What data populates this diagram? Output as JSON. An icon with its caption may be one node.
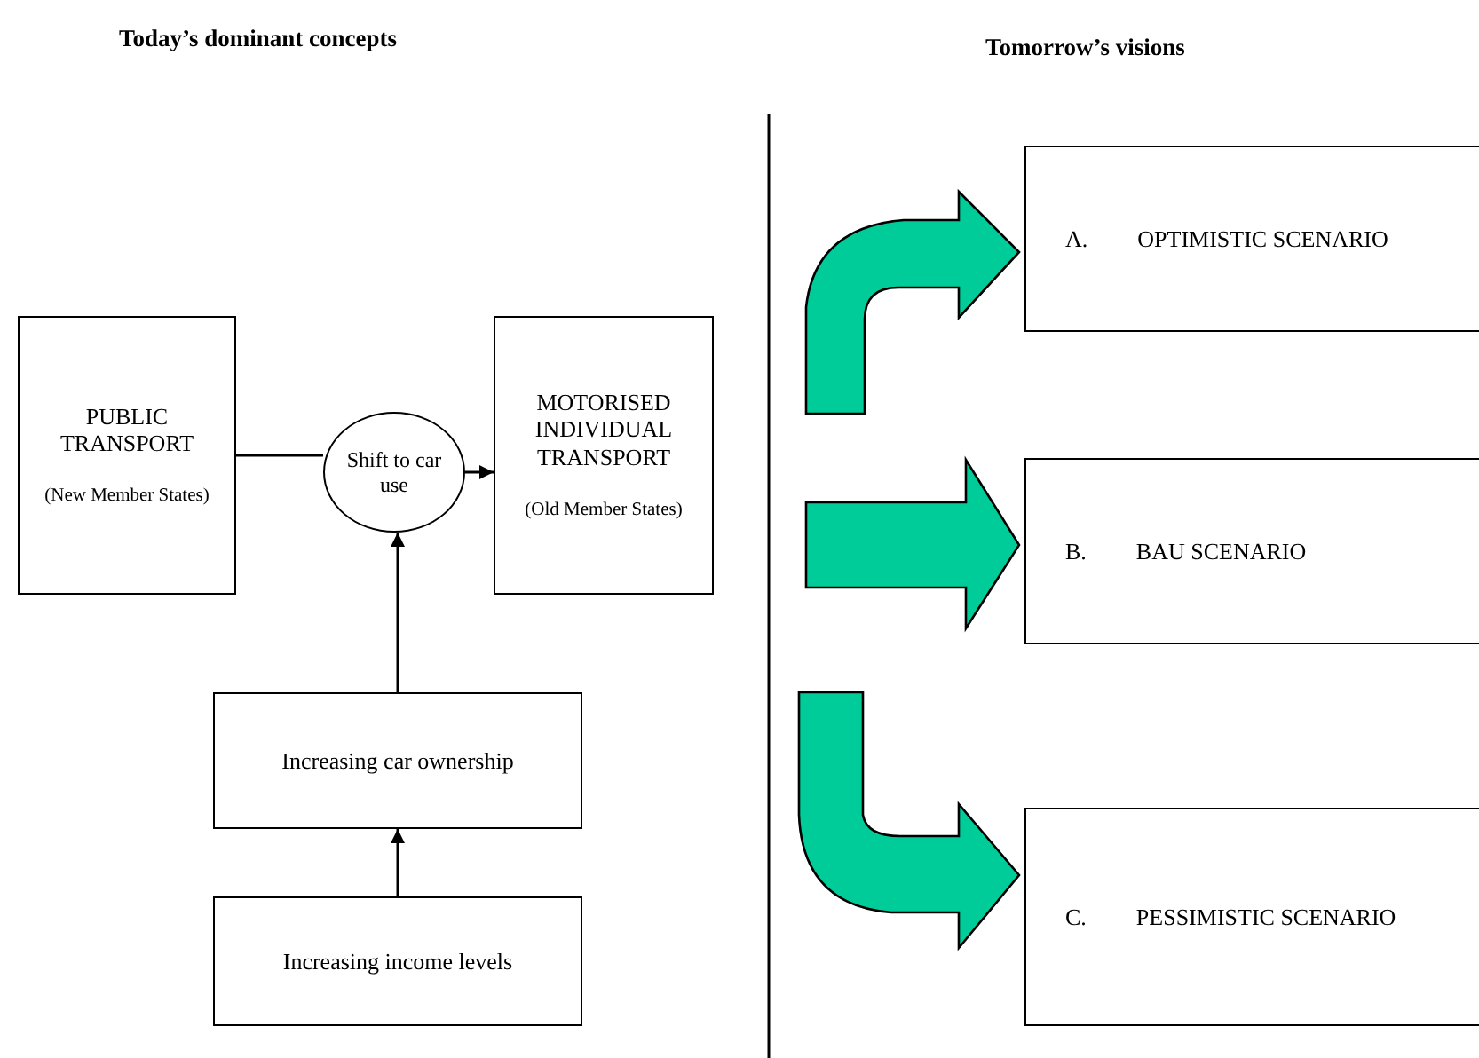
{
  "diagram": {
    "nodes": [
      {
        "text": [
          "PUBLIC TRANSPORT",
          "(New Member States)"
        ]
      },
      {
        "text": [
          "Shift to car use"
        ]
      },
      {
        "text": [
          "MOTORISED INDIVIDUAL TRANSPORT",
          "(Old Member States)"
        ]
      },
      {
        "text": [
          "Increasing car ownership"
        ]
      },
      {
        "text": [
          "Increasing income levels"
        ]
      },
      {
        "text": [
          "A.",
          "OPTIMISTIC SCENARIO"
        ]
      },
      {
        "text": [
          "B.",
          "BAU SCENARIO"
        ]
      },
      {
        "text": [
          "C.",
          "PESSIMISTIC SCENARIO"
        ]
      }
    ],
    "edges": [
      {
        "from": 0,
        "to": 1,
        "arrow": "none"
      },
      {
        "from": 1,
        "to": 2,
        "arrow": "to"
      },
      {
        "from": 3,
        "to": 1,
        "arrow": "to"
      },
      {
        "from": 4,
        "to": 3,
        "arrow": "to"
      },
      {
        "from": null,
        "to": 5,
        "arrow": "to",
        "style": "thick",
        "color": "#00cc99"
      },
      {
        "from": null,
        "to": 6,
        "arrow": "to",
        "style": "thick",
        "color": "#00cc99"
      },
      {
        "from": null,
        "to": 7,
        "arrow": "to",
        "style": "thick",
        "color": "#00cc99"
      }
    ],
    "labels": [
      "Today’s dominant concepts",
      "Tomorrow’s visions"
    ]
  }
}
